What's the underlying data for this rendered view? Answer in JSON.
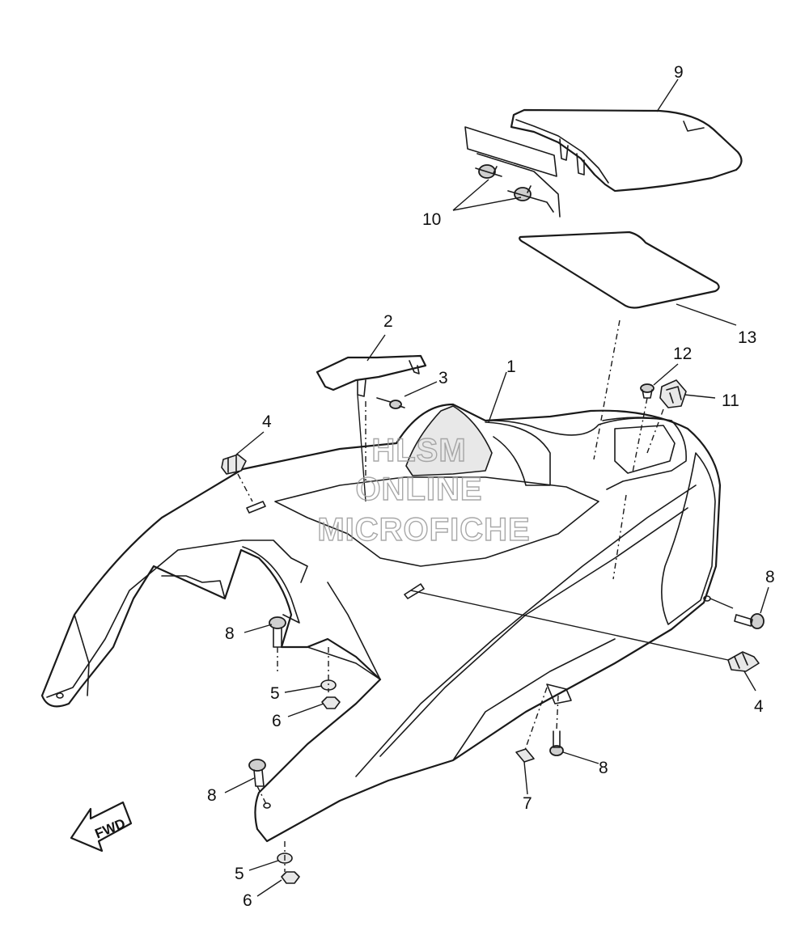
{
  "callouts": {
    "c1": "1",
    "c2": "2",
    "c3": "3",
    "c4a": "4",
    "c4b": "4",
    "c5a": "5",
    "c5b": "5",
    "c6a": "6",
    "c6b": "6",
    "c7": "7",
    "c8a": "8",
    "c8b": "8",
    "c8c": "8",
    "c8d": "8",
    "c9": "9",
    "c10": "10",
    "c11": "11",
    "c12": "12",
    "c13": "13"
  },
  "watermark": {
    "line1": "HLSM",
    "line2": "ONLINE",
    "line3": "MICROFICHE"
  },
  "direction_label": "FWD"
}
